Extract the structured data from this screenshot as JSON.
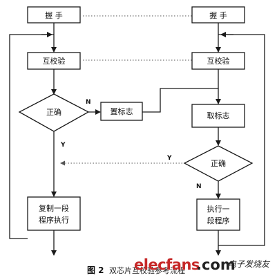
{
  "diagram": {
    "left_handshake": "握 手",
    "right_handshake": "握 手",
    "left_mutual_check": "互校验",
    "right_mutual_check": "互校验",
    "left_decision": "正确",
    "right_decision": "正确",
    "set_flag": "置标志",
    "get_flag": "取标志",
    "copy_segment": [
      "复制一段",
      "程序执行"
    ],
    "execute_segment": [
      "执行一",
      "段程序"
    ],
    "edge_n_top": "N",
    "edge_y_left": "Y",
    "edge_y_dotted": "Y",
    "edge_n_right": "N"
  },
  "caption": {
    "figure_number": "图 2",
    "title": "双芯片互校验参考流程"
  },
  "watermark": {
    "brand_red": "elecfans",
    "brand_dark": ".com",
    "tagline": "电子发烧友"
  },
  "colors": {
    "stroke": "#1a1a1a",
    "watermark_red": "#c62828"
  }
}
